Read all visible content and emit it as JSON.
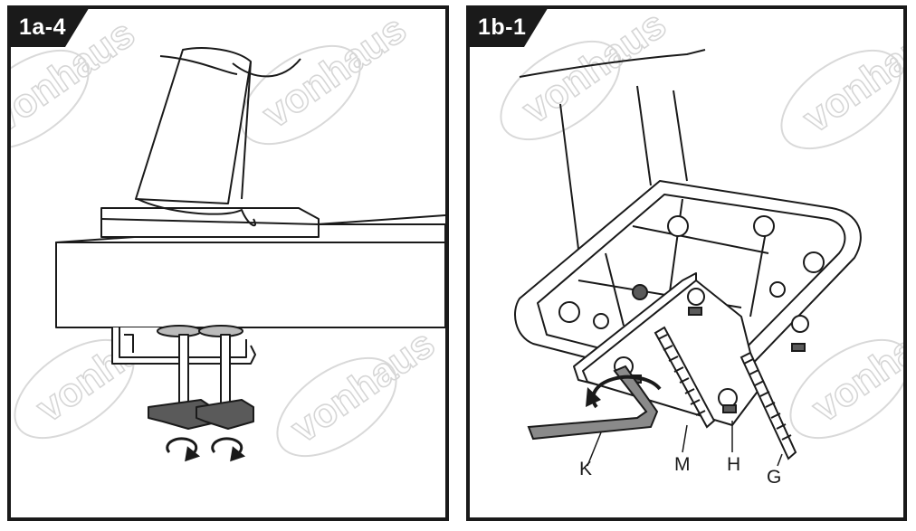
{
  "panels": [
    {
      "step": "1a-4"
    },
    {
      "step": "1b-1",
      "labels": {
        "k": "K",
        "m": "M",
        "h": "H",
        "g": "G"
      }
    }
  ],
  "watermark": "vonhaus",
  "colors": {
    "frame": "#1a1a1a",
    "line": "#1a1a1a",
    "knob": "#5a5a5a",
    "watermark": "#d9d9d9"
  }
}
